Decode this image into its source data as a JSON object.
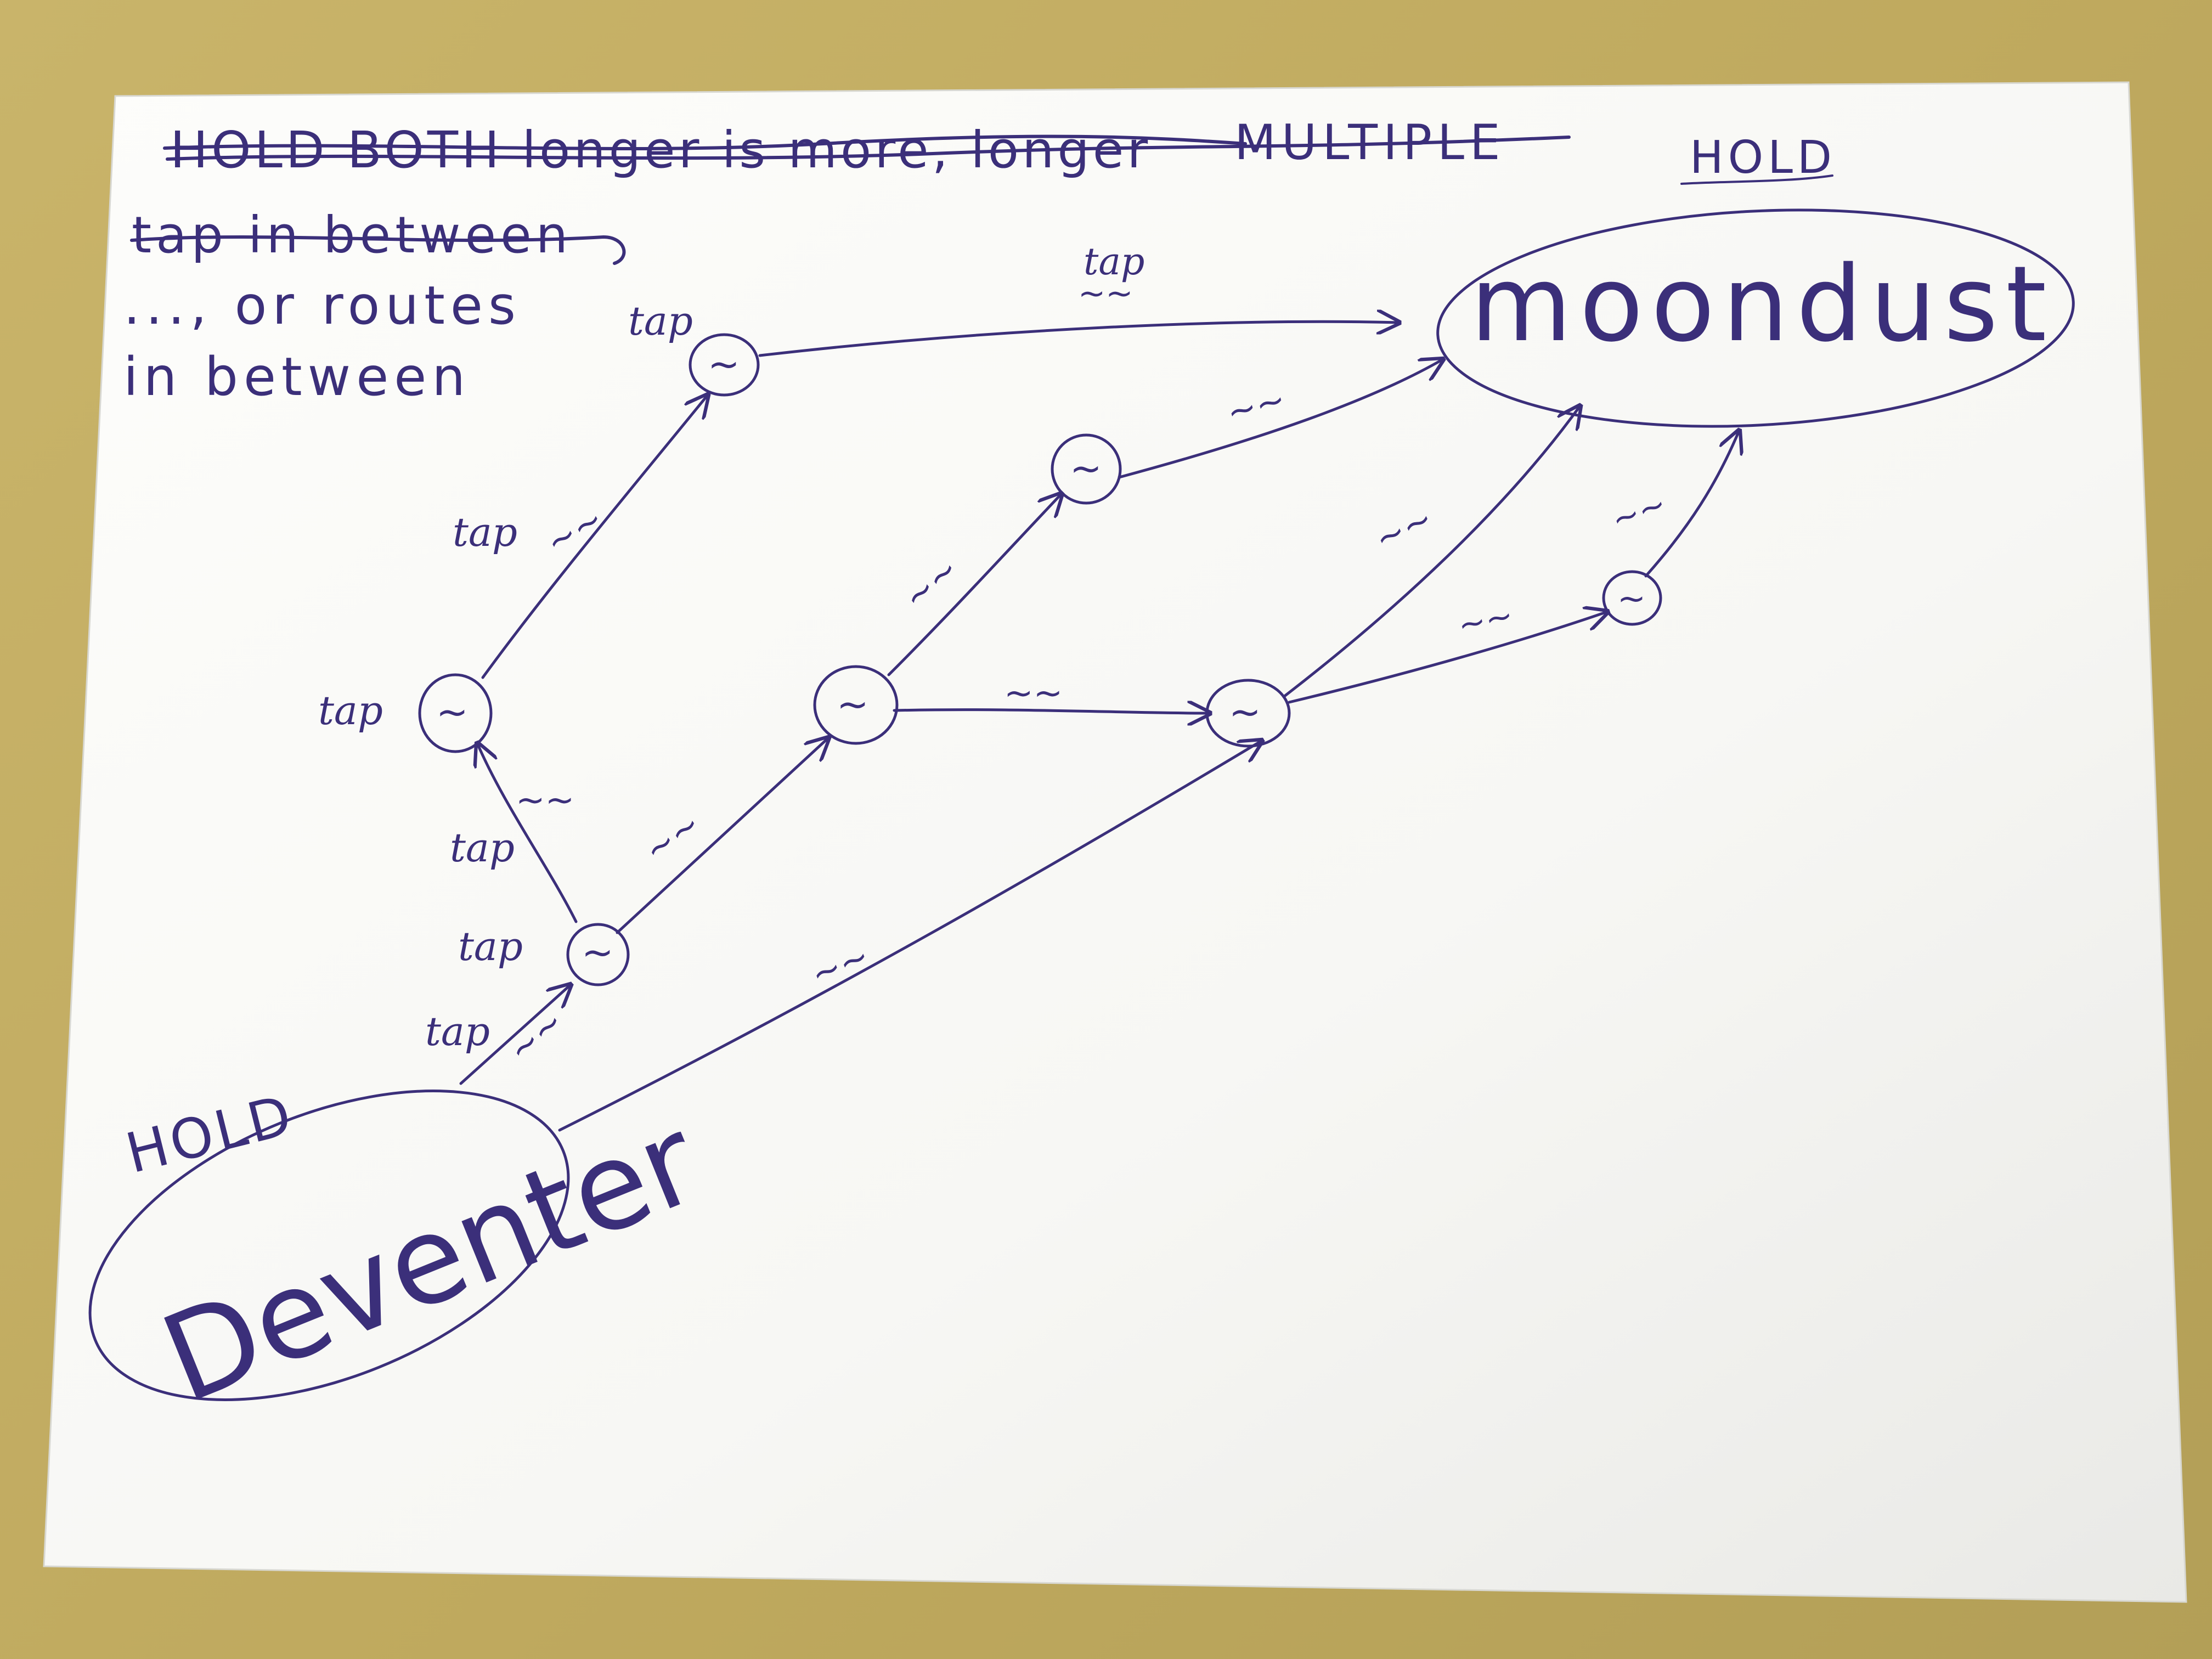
{
  "notes": {
    "line1_struck": "HOLD BOTH longer is more, longer",
    "line1_kept": "MULTIPLE",
    "line2_struck": "tap in between",
    "line3": "..., or routes",
    "line4": "in between"
  },
  "start_node": {
    "label": "Deventer",
    "annotation": "HOLD"
  },
  "end_node": {
    "label": "moondust",
    "annotation": "HOLD"
  },
  "node_symbol": "~",
  "edge_labels": {
    "tap": "tap",
    "wave": "~~"
  },
  "colors": {
    "ink": "#3b2f7a",
    "paper": "#fdfdfb",
    "table": "#c9b46a"
  }
}
